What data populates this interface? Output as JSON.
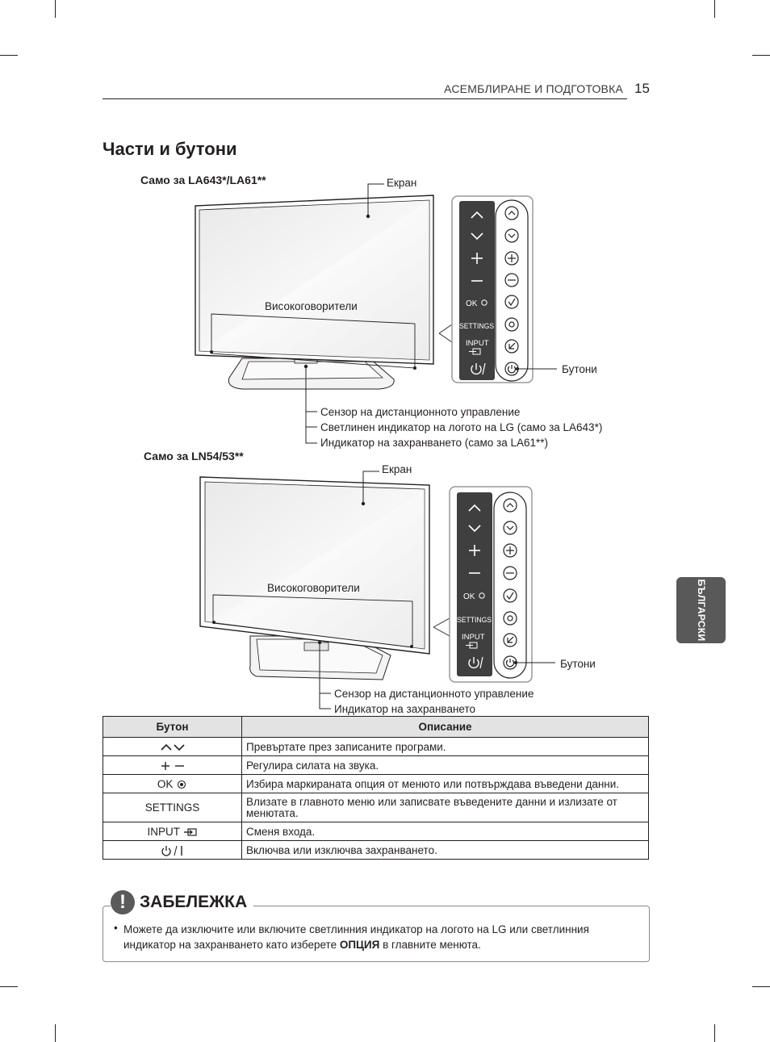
{
  "header": {
    "section": "АСЕМБЛИРАНЕ И ПОДГОТОВКА",
    "page_number": "15"
  },
  "title": "Части и бутони",
  "side_tab": "БЪЛГАРСКИ",
  "model1": {
    "label": "Само за LA643*/LA61**",
    "screen": "Екран",
    "speakers": "Високоговорители",
    "buttons": "Бутони",
    "callouts": [
      "Сензор на дистанционното управление",
      "Светлинен индикатор на логото на LG  (само за LA643*)",
      "Индикатор на захранването (само за LA61**)"
    ]
  },
  "model2": {
    "label": "Само за LN54/53**",
    "screen": "Екран",
    "speakers": "Високоговорители",
    "buttons": "Бутони",
    "callouts": [
      "Сензор на дистанционното управление",
      "Индикатор на захранването"
    ]
  },
  "panel": {
    "ok": "OK",
    "settings": "SETTINGS",
    "input": "INPUT"
  },
  "table": {
    "headers": [
      "Бутон",
      "Описание"
    ],
    "rows": [
      {
        "button": "",
        "desc": "Превъртате през записаните програми."
      },
      {
        "button": "",
        "desc": "Регулира силата на звука."
      },
      {
        "button": "OK",
        "desc": "Избира маркираната опция от менюто или потвърждава въведени данни."
      },
      {
        "button": "SETTINGS",
        "desc": "Влизате в главното меню или записвате въведените данни и излизате от менютата."
      },
      {
        "button": "INPUT",
        "desc": "Сменя входа."
      },
      {
        "button": "",
        "desc": "Включва или изключва захранването."
      }
    ]
  },
  "note": {
    "icon": "!",
    "title": "ЗАБЕЛЕЖКА",
    "bullet": "•",
    "text_before": "Можете да изключите или включите светлинния индикатор на логото на LG или светлинния индикатор на захранването като изберете ",
    "text_bold": "ОПЦИЯ",
    "text_after": " в главните менюта."
  }
}
